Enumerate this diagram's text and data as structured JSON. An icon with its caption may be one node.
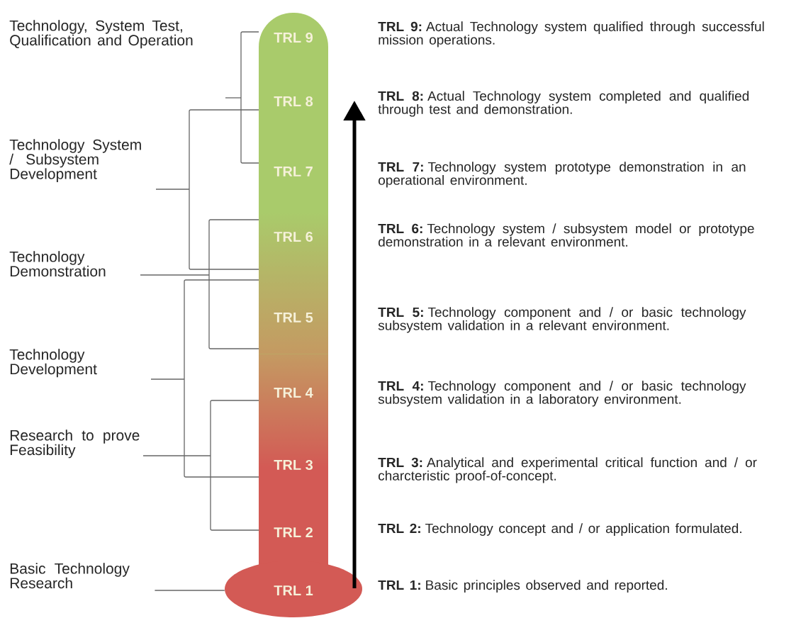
{
  "diagram": {
    "nodes": [
      {
        "text": [
          "Technology, System Test, Qualification and Operation"
        ]
      },
      {
        "text": [
          "Technology System / Subsystem Development"
        ]
      },
      {
        "text": [
          "Technology Demonstration"
        ]
      },
      {
        "text": [
          "Technology Development"
        ]
      },
      {
        "text": [
          "Research to prove Feasibility"
        ]
      },
      {
        "text": [
          "Basic Technology Research"
        ]
      },
      {
        "text": [
          "TRL 9"
        ]
      },
      {
        "text": [
          "TRL 8"
        ]
      },
      {
        "text": [
          "TRL 7"
        ]
      },
      {
        "text": [
          "TRL 6"
        ]
      },
      {
        "text": [
          "TRL 5"
        ]
      },
      {
        "text": [
          "TRL 4"
        ]
      },
      {
        "text": [
          "TRL 3"
        ]
      },
      {
        "text": [
          "TRL 2"
        ]
      },
      {
        "text": [
          "TRL 1"
        ]
      }
    ],
    "edges": [
      {
        "from": 5,
        "to": 14,
        "arrow": "none"
      }
    ],
    "labels": [
      "**TRL 9:** Actual Technology system qualified through successful mission operations.",
      "**TRL 8:** Actual Technology system completed and qualified through test and demonstration.",
      "**TRL 7:** Technology system prototype demonstration in an operational environment.",
      "**TRL 6:** Technology system / subsystem model or prototype demonstration in a relevant environment.",
      "**TRL 5:** Technology component and / or basic technology subsystem validation in a relevant environment.",
      "**TRL 4:** Technology component and / or basic technology subsystem validation in a laboratory environment.",
      "**TRL 3:** Analytical and experimental critical function and / or charcteristic proof-of-concept.",
      "**TRL 2:** Technology concept and / or application formulated.",
      "**TRL 1:** Basic principles observed and reported."
    ]
  }
}
